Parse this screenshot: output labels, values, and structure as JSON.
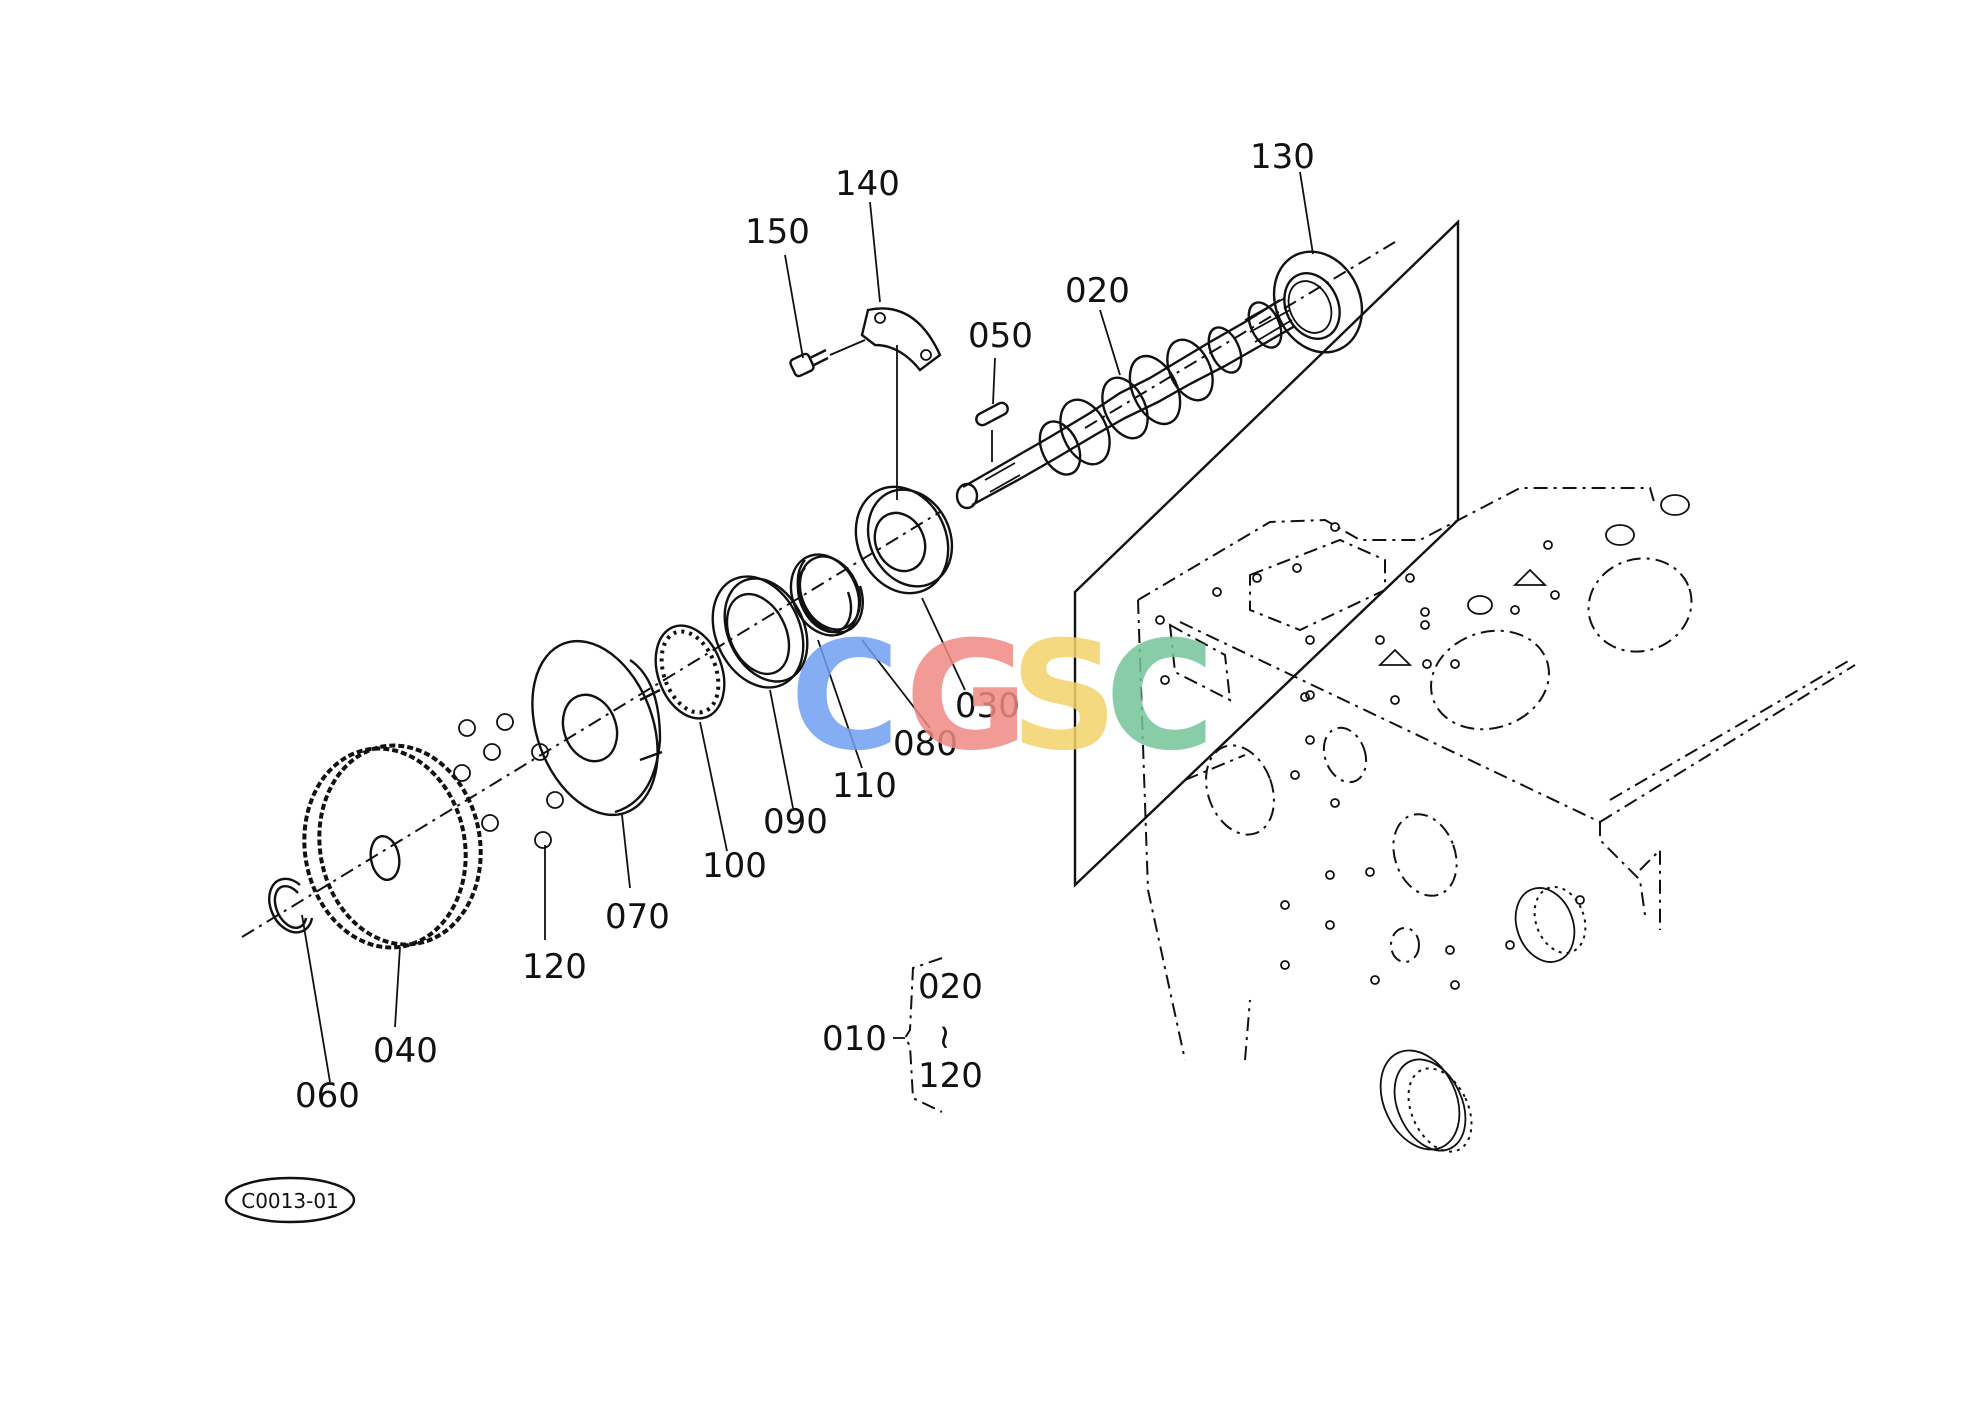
{
  "callouts": {
    "p010": "010",
    "p020": "020",
    "p030": "030",
    "p040": "040",
    "p050": "050",
    "p060": "060",
    "p070": "070",
    "p080": "080",
    "p090": "090",
    "p100": "100",
    "p110": "110",
    "p120": "120",
    "p130": "130",
    "p140": "140",
    "p150": "150"
  },
  "assembly_range": {
    "top": "020",
    "separator": "~",
    "bottom": "120"
  },
  "diagram_code": "C0013-01",
  "watermark": {
    "letters": [
      "C",
      "G",
      "S",
      "C"
    ],
    "colors": [
      "#6f9ff2",
      "#f08a84",
      "#f4d36a",
      "#74c59a"
    ]
  }
}
